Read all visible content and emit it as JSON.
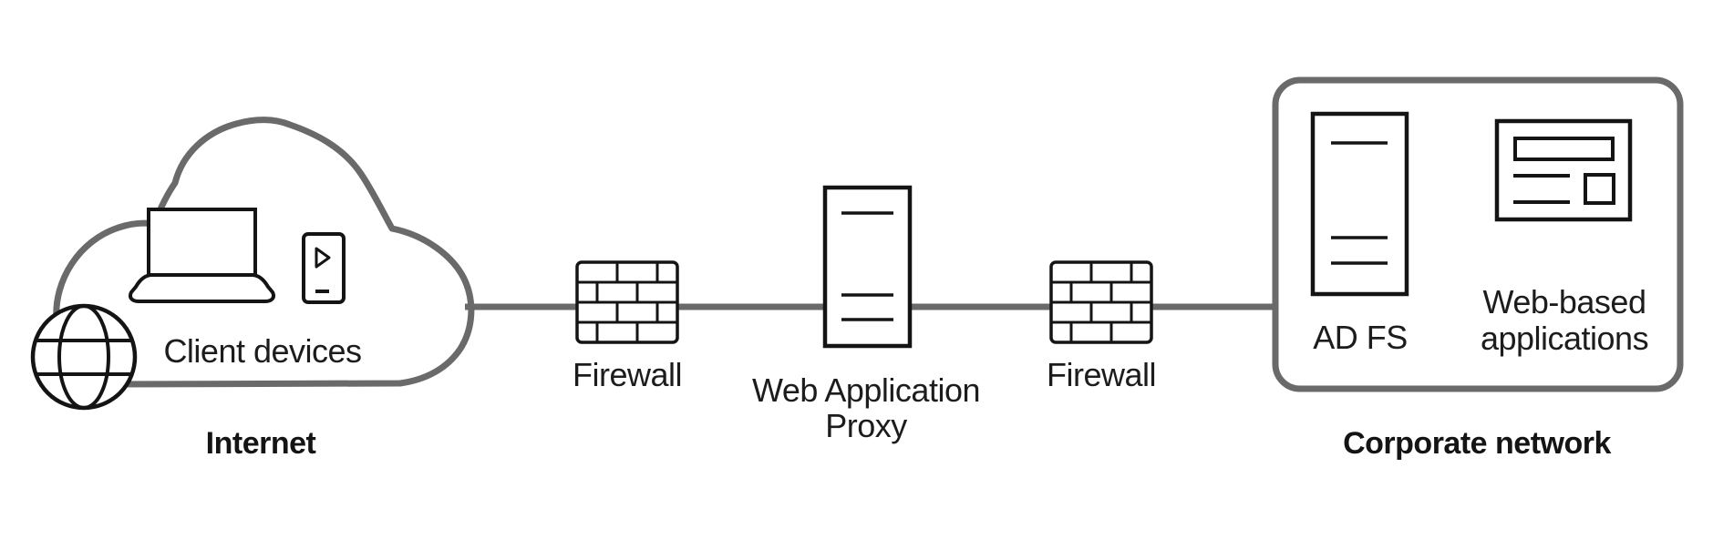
{
  "diagram": {
    "type": "network-topology",
    "labels": {
      "client_devices": "Client devices",
      "internet": "Internet",
      "firewall_left": "Firewall",
      "web_application_proxy": "Web Application Proxy",
      "firewall_right": "Firewall",
      "adfs": "AD FS",
      "web_based_applications": "Web-based applications",
      "corporate_network": "Corporate network"
    },
    "zones": {
      "internet": {
        "label": "Internet",
        "items": [
          "Client devices"
        ]
      },
      "corporate_network": {
        "label": "Corporate network",
        "items": [
          "AD FS",
          "Web-based applications"
        ]
      }
    },
    "connections": [
      "Internet cloud - Firewall",
      "Firewall - Web Application Proxy",
      "Web Application Proxy - Firewall",
      "Firewall - Corporate network"
    ],
    "colors": {
      "boundary_gray": "#6a6a6a",
      "icon_black": "#141414",
      "text_black": "#1c1c1c",
      "background": "#ffffff"
    }
  }
}
